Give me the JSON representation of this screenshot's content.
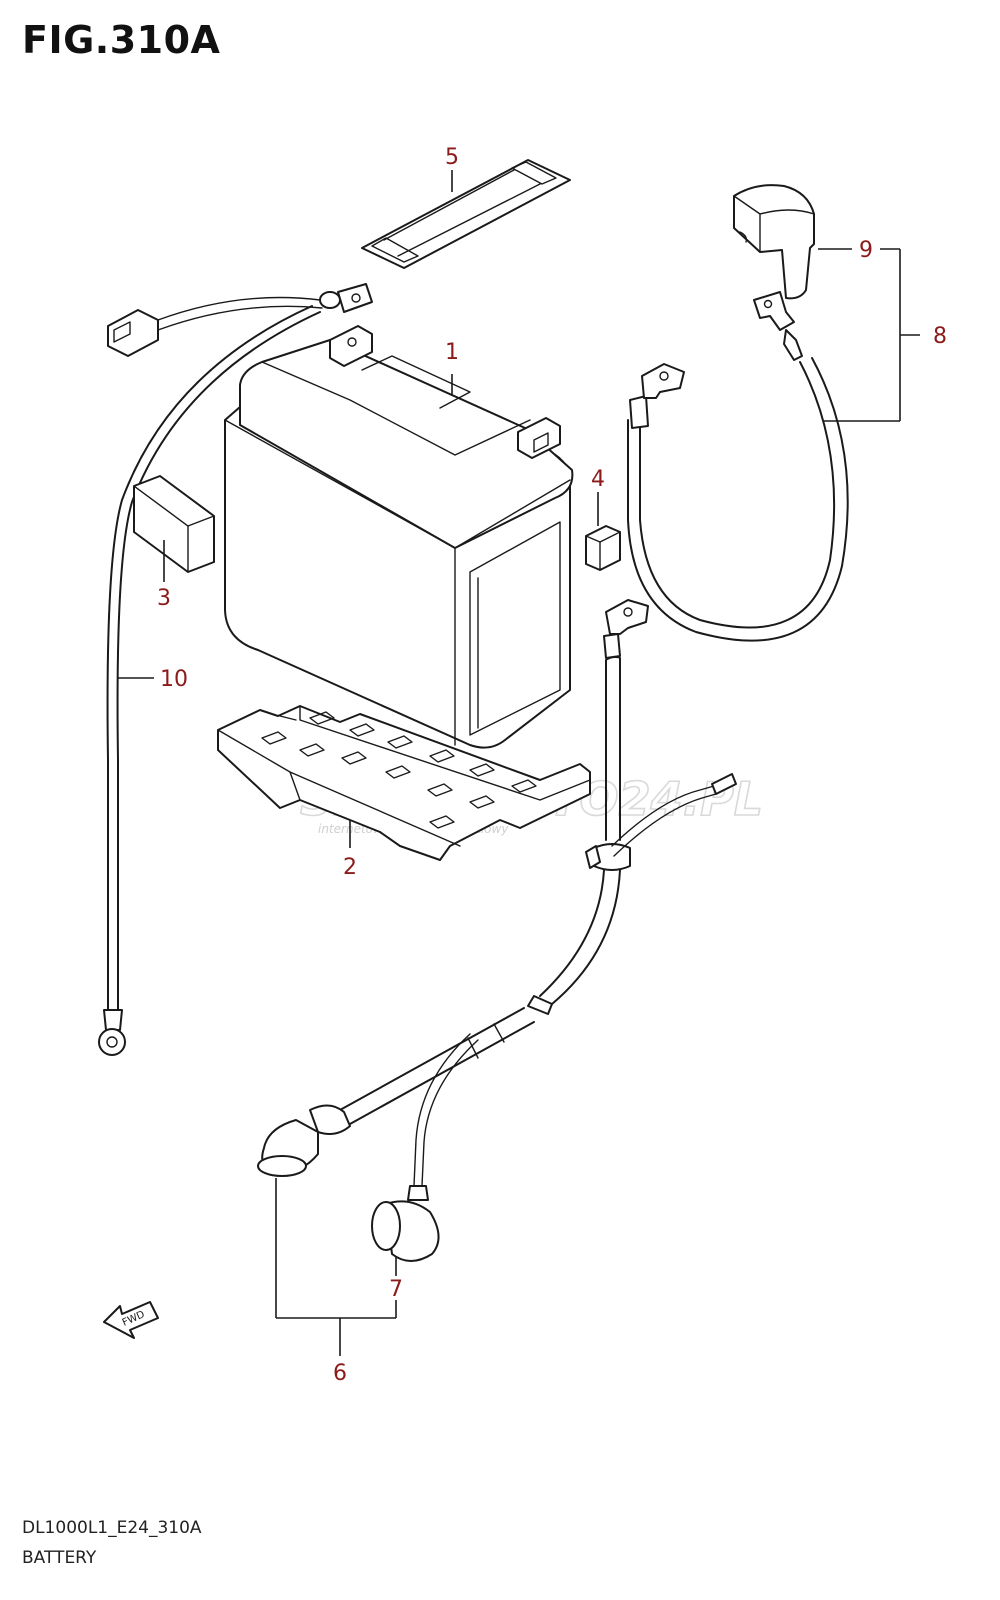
{
  "figure": {
    "title": "FIG.310A"
  },
  "footer": {
    "code": "DL1000L1_E24_310A",
    "name": "BATTERY"
  },
  "watermark": {
    "main": "SKLEPMOTO24.PL",
    "sub": "internetowy sklep motocyklowy"
  },
  "fwd_label": "FWD",
  "callouts": [
    {
      "id": "1",
      "label": "1"
    },
    {
      "id": "2",
      "label": "2"
    },
    {
      "id": "3",
      "label": "3"
    },
    {
      "id": "4",
      "label": "4"
    },
    {
      "id": "5",
      "label": "5"
    },
    {
      "id": "6",
      "label": "6"
    },
    {
      "id": "7",
      "label": "7"
    },
    {
      "id": "8",
      "label": "8"
    },
    {
      "id": "9",
      "label": "9"
    },
    {
      "id": "10",
      "label": "10"
    }
  ],
  "colors": {
    "callout": "#8b1a1a",
    "line": "#1a1a1a",
    "watermark": "#d9d9d9"
  }
}
